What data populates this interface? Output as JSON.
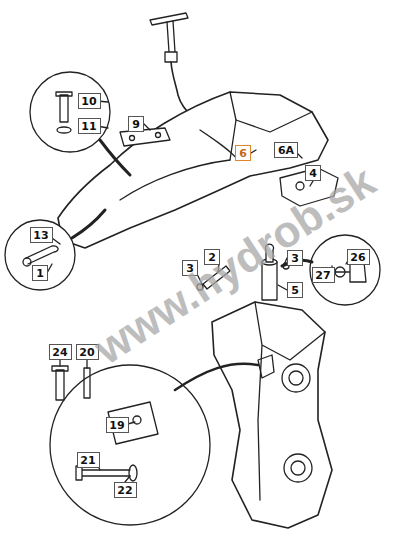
{
  "diagram": {
    "nodes": [
      {
        "text": [
          "10"
        ]
      },
      {
        "text": [
          "11"
        ]
      },
      {
        "text": [
          "9"
        ]
      },
      {
        "text": [
          "6"
        ]
      },
      {
        "text": [
          "6A"
        ]
      },
      {
        "text": [
          "4"
        ]
      },
      {
        "text": [
          "13"
        ]
      },
      {
        "text": [
          "1"
        ]
      },
      {
        "text": [
          "2"
        ]
      },
      {
        "text": [
          "3"
        ]
      },
      {
        "text": [
          "3"
        ]
      },
      {
        "text": [
          "5"
        ]
      },
      {
        "text": [
          "26"
        ]
      },
      {
        "text": [
          "27"
        ]
      },
      {
        "text": [
          "24"
        ]
      },
      {
        "text": [
          "20"
        ]
      },
      {
        "text": [
          "19"
        ]
      },
      {
        "text": [
          "21"
        ]
      },
      {
        "text": [
          "22"
        ]
      }
    ],
    "labels": [
      "www.hydrob.sk"
    ]
  }
}
